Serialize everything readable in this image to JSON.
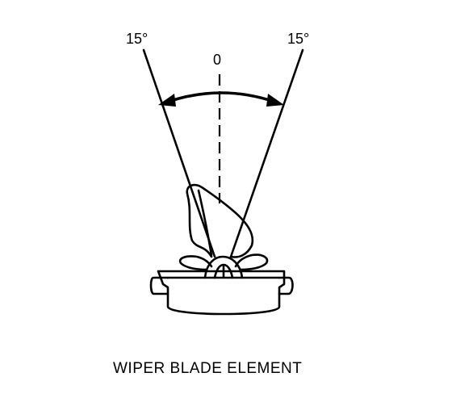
{
  "diagram": {
    "left_angle_label": "15°",
    "right_angle_label": "15°",
    "center_label": "0",
    "caption": "WIPER BLADE ELEMENT"
  },
  "colors": {
    "ink": "#000000",
    "background": "#ffffff"
  }
}
